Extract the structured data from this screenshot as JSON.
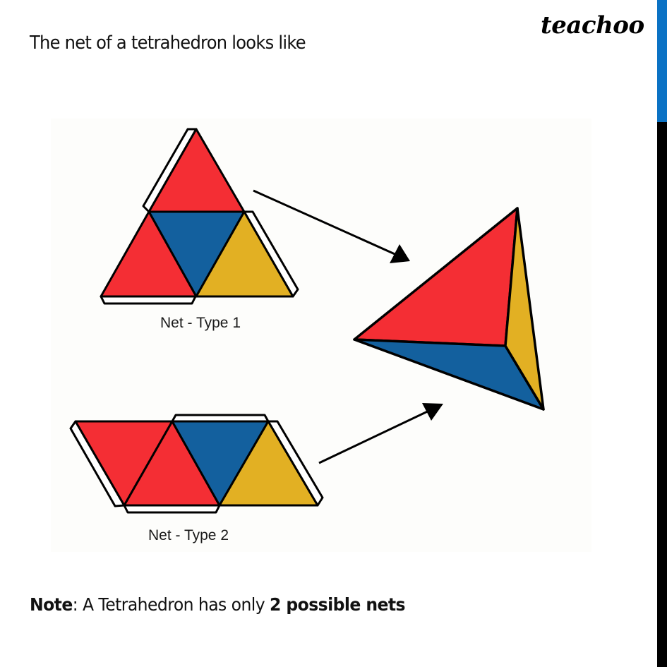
{
  "header": {
    "title": "The net of a tetrahedron looks like",
    "logo": "teachoo"
  },
  "colors": {
    "red": "#f42e34",
    "blue": "#13609e",
    "yellow": "#e2b023",
    "outline": "#000000",
    "accent_bar": "#0b72c4",
    "side_bar": "#000000",
    "figure_background": "#fdfdfb"
  },
  "figure": {
    "nets": [
      {
        "label": "Net - Type 1",
        "shape": "large equilateral triangle of 4 faces",
        "faces": [
          "red",
          "blue",
          "red",
          "yellow"
        ]
      },
      {
        "label": "Net - Type 2",
        "shape": "parallelogram strip of 4 faces",
        "faces": [
          "red",
          "red",
          "blue",
          "yellow"
        ]
      }
    ],
    "result": {
      "label": "tetrahedron",
      "visible_faces": [
        "red",
        "blue",
        "yellow"
      ]
    },
    "arrows": [
      {
        "from": "Net - Type 1",
        "to": "tetrahedron"
      },
      {
        "from": "Net - Type 2",
        "to": "tetrahedron"
      }
    ]
  },
  "note": {
    "prefix": "Note",
    "middle": ": A Tetrahedron has only ",
    "emphasis": "2 possible nets"
  }
}
